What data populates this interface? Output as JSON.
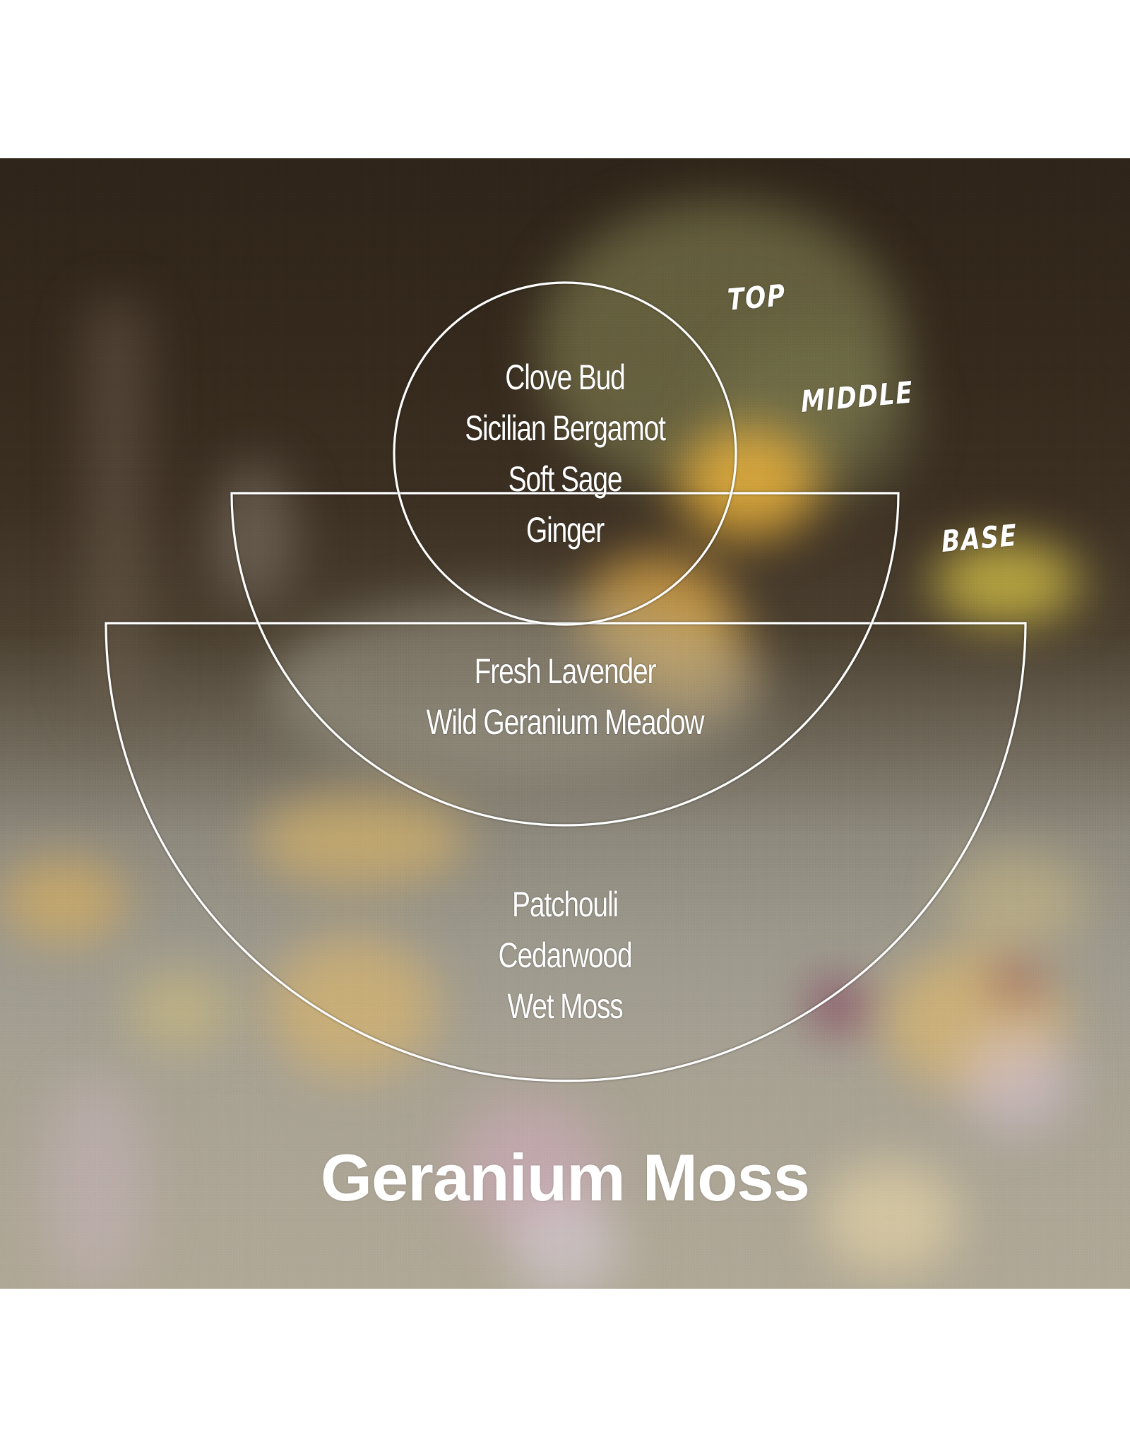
{
  "product": {
    "name": "Geranium Moss"
  },
  "tiers": {
    "top": {
      "label": "TOP",
      "notes": [
        "Clove Bud",
        "Sicilian Bergamot",
        "Soft Sage",
        "Ginger"
      ]
    },
    "middle": {
      "label": "MIDDLE",
      "notes": [
        "Fresh Lavender",
        "Wild Geranium Meadow"
      ]
    },
    "base": {
      "label": "BASE",
      "notes": [
        "Patchouli",
        "Cedarwood",
        "Wet Moss"
      ]
    }
  },
  "colors": {
    "line": "#ffffff",
    "text": "#ffffff",
    "page_background": "#ffffff",
    "photo_dark": "#2f2419",
    "photo_light": "#a8a293",
    "bokeh_yellow": "#e8b84a",
    "bokeh_magenta": "#7a1f4a"
  }
}
